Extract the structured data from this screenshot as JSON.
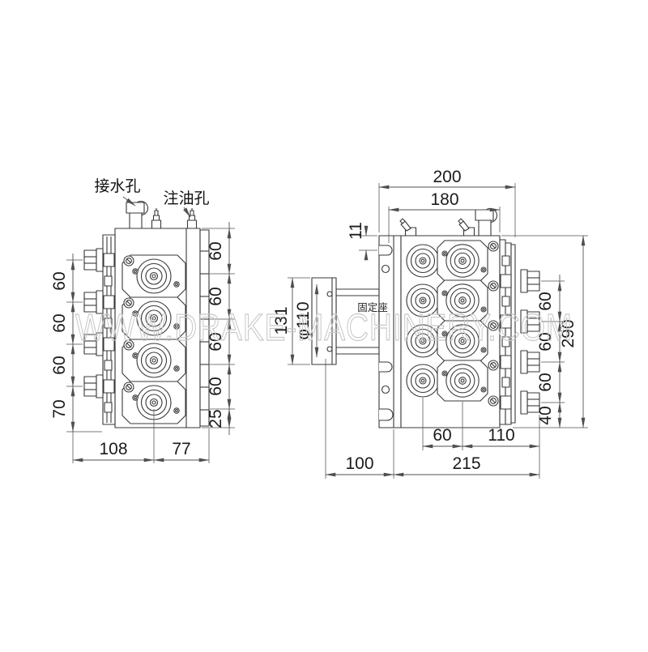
{
  "drawing": {
    "watermark": "WWW.DRAKE-MACHINERY.COM",
    "labels": {
      "water_hole": "接水孔",
      "oil_hole": "注油孔",
      "fixing_seat": "固定座"
    },
    "left_view": {
      "left_chain": [
        "60",
        "60",
        "60",
        "70"
      ],
      "right_chain": [
        "60",
        "60",
        "60",
        "60",
        "25"
      ],
      "bottom_chain": [
        "108",
        "77"
      ]
    },
    "right_view": {
      "top_width": "200",
      "inner_width": "180",
      "notch": "11",
      "flange_height": "131",
      "flange_bore": "φ110",
      "right_chain": [
        "60",
        "60",
        "60",
        "40"
      ],
      "overall_height": "290",
      "port_spacing": "60",
      "edge_offset": "110",
      "mount_offset": "100",
      "body_width": "215"
    }
  }
}
